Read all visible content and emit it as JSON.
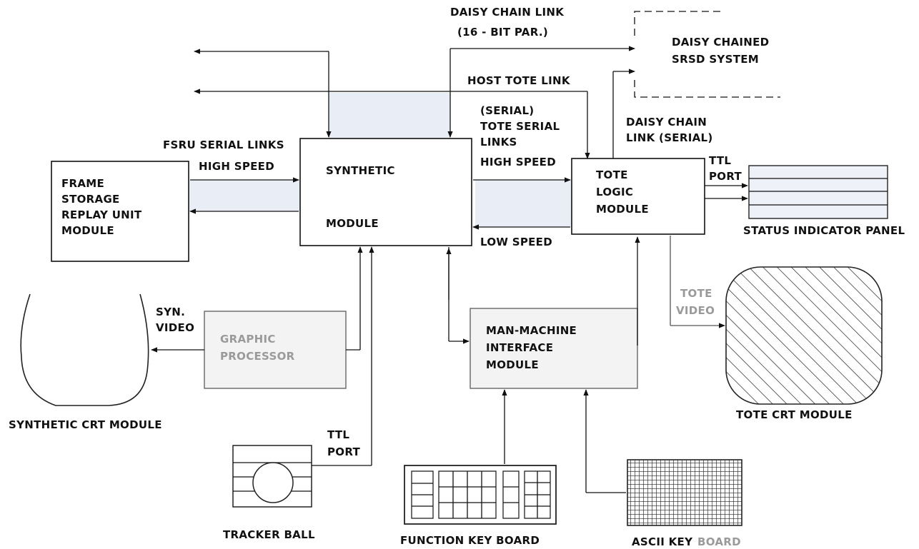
{
  "labels": {
    "daisy_chain_link": "DAISY CHAIN LINK",
    "daisy_chain_16bit": "(16 - BIT PAR.)",
    "daisy_chained_1": "DAISY CHAINED",
    "daisy_chained_2": "SRSD SYSTEM",
    "host_tote_link": "HOST TOTE LINK",
    "serial": "(SERIAL)",
    "tote_serial": "TOTE SERIAL",
    "links": "LINKS",
    "high_speed_right": "HIGH SPEED",
    "low_speed": "LOW SPEED",
    "daisy_chain_link_serial_1": "DAISY CHAIN",
    "daisy_chain_link_serial_2": "LINK (SERIAL)",
    "fsru_serial_links": "FSRU SERIAL LINKS",
    "high_speed_left": "HIGH SPEED",
    "fsru_1": "FRAME",
    "fsru_2": "STORAGE",
    "fsru_3": "REPLAY UNIT",
    "fsru_4": "MODULE",
    "synthetic_1": "SYNTHETIC",
    "synthetic_2": "MODULE",
    "tote_logic_1": "TOTE",
    "tote_logic_2": "LOGIC",
    "tote_logic_3": "MODULE",
    "ttl_port_right_1": "TTL",
    "ttl_port_right_2": "PORT",
    "status_indicator_panel": "STATUS INDICATOR PANEL",
    "syn_video_1": "SYN.",
    "syn_video_2": "VIDEO",
    "graphic_processor_1": "GRAPHIC",
    "graphic_processor_2": "PROCESSOR",
    "mmi_1": "MAN-MACHINE",
    "mmi_2": "INTERFACE",
    "mmi_3": "MODULE",
    "tote_video_1": "TOTE",
    "tote_video_2": "VIDEO",
    "synthetic_crt": "SYNTHETIC CRT MODULE",
    "tote_crt": "TOTE CRT MODULE",
    "ttl_port_bottom_1": "TTL",
    "ttl_port_bottom_2": "PORT",
    "tracker_ball": "TRACKER BALL",
    "function_key_board": "FUNCTION KEY BOARD",
    "ascii_key": "ASCII KEY",
    "ascii_board": "BOARD"
  }
}
